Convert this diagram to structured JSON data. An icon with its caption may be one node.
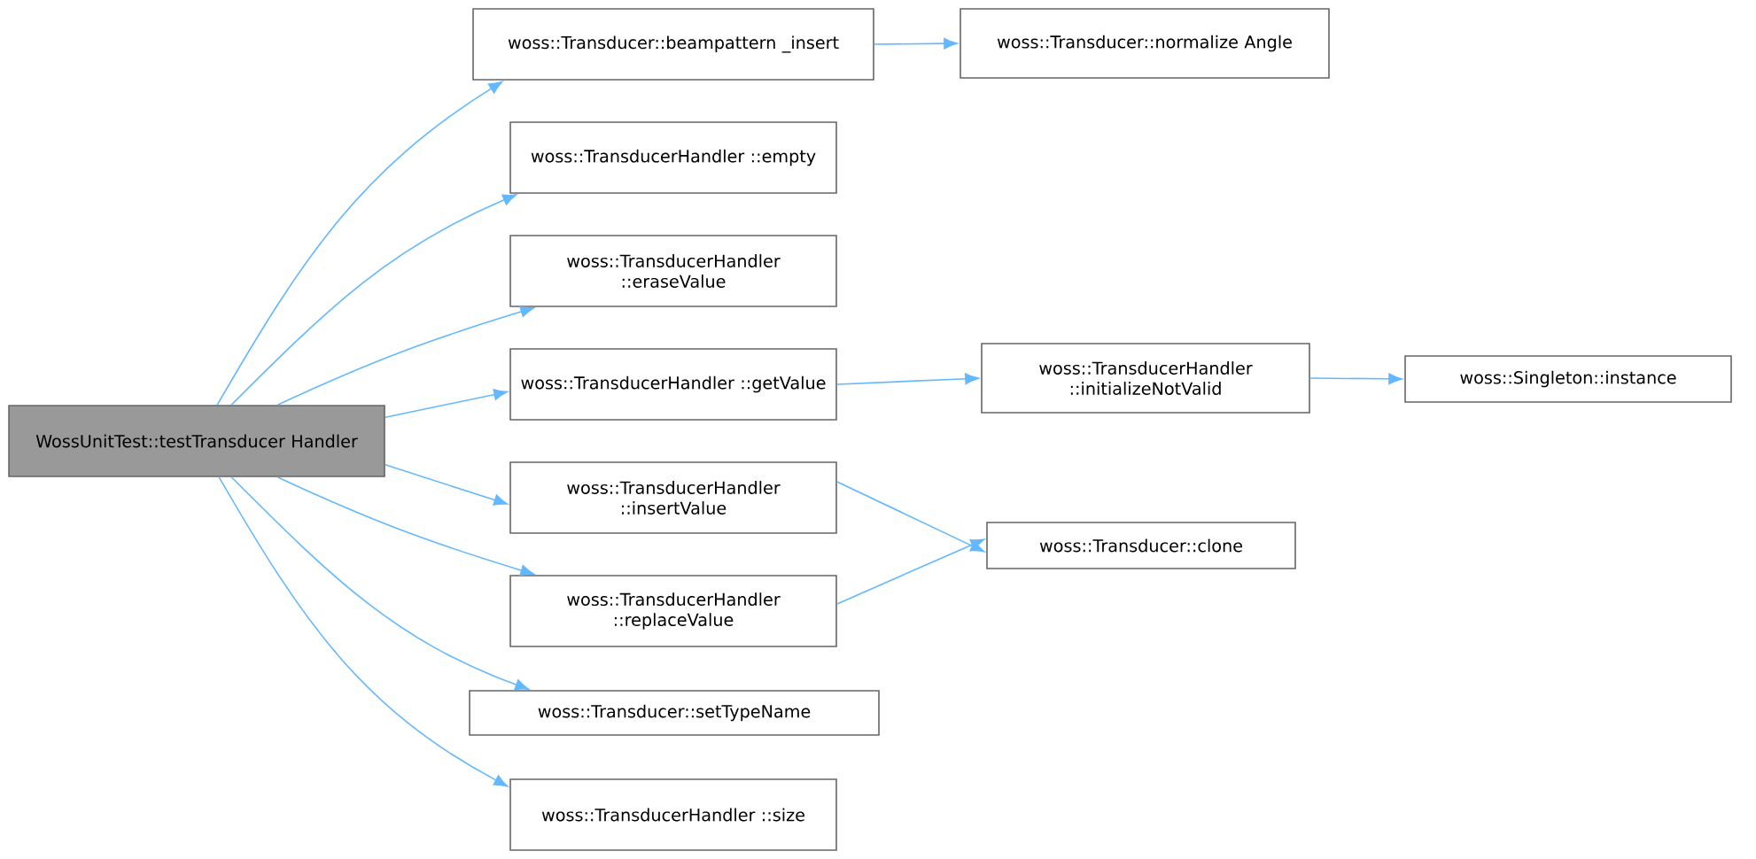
{
  "diagram": {
    "nodes": [
      {
        "text": [
          "WossUnitTest::testTransducer Handler"
        ]
      },
      {
        "text": [
          "woss::Transducer::beampattern _insert"
        ]
      },
      {
        "text": [
          "woss::Transducer::normalize Angle"
        ]
      },
      {
        "text": [
          "woss::TransducerHandler ::empty"
        ]
      },
      {
        "text": [
          "woss::TransducerHandler ::eraseValue"
        ]
      },
      {
        "text": [
          "woss::TransducerHandler ::getValue"
        ]
      },
      {
        "text": [
          "woss::TransducerHandler ::initializeNotValid"
        ]
      },
      {
        "text": [
          "woss::Singleton::instance"
        ]
      },
      {
        "text": [
          "woss::TransducerHandler ::insertValue"
        ]
      },
      {
        "text": [
          "woss::Transducer::clone"
        ]
      },
      {
        "text": [
          "woss::TransducerHandler ::replaceValue"
        ]
      },
      {
        "text": [
          "woss::Transducer::setTypeName"
        ]
      },
      {
        "text": [
          "woss::TransducerHandler ::size"
        ]
      }
    ],
    "edges": [
      {
        "from": 0,
        "to": 1,
        "arrow": "to"
      },
      {
        "from": 0,
        "to": 3,
        "arrow": "to"
      },
      {
        "from": 0,
        "to": 4,
        "arrow": "to"
      },
      {
        "from": 0,
        "to": 5,
        "arrow": "to"
      },
      {
        "from": 0,
        "to": 8,
        "arrow": "to"
      },
      {
        "from": 0,
        "to": 10,
        "arrow": "to"
      },
      {
        "from": 0,
        "to": 11,
        "arrow": "to"
      },
      {
        "from": 0,
        "to": 12,
        "arrow": "to"
      },
      {
        "from": 1,
        "to": 2,
        "arrow": "to"
      },
      {
        "from": 5,
        "to": 6,
        "arrow": "to"
      },
      {
        "from": 6,
        "to": 7,
        "arrow": "to"
      },
      {
        "from": 8,
        "to": 9,
        "arrow": "to"
      },
      {
        "from": 10,
        "to": 9,
        "arrow": "to"
      }
    ]
  }
}
